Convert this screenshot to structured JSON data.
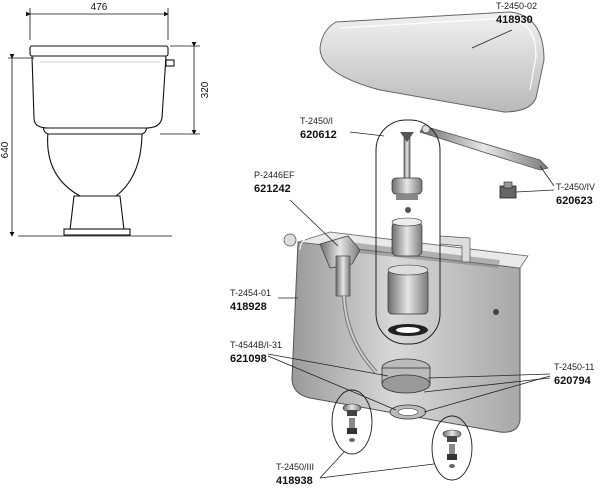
{
  "dimensions": {
    "width": "476",
    "tank_height": "320",
    "total_height": "640"
  },
  "parts": [
    {
      "code": "T-2450-02",
      "number": "418930"
    },
    {
      "code": "T-2450/I",
      "number": "620612"
    },
    {
      "code": "P-2446EF",
      "number": "621242"
    },
    {
      "code": "T-2450/IV",
      "number": "620623"
    },
    {
      "code": "T-2454-01",
      "number": "418928"
    },
    {
      "code": "T-4544B/I-31",
      "number": "621098"
    },
    {
      "code": "T-2450-11",
      "number": "620794"
    },
    {
      "code": "T-2450/III",
      "number": "418938"
    }
  ]
}
